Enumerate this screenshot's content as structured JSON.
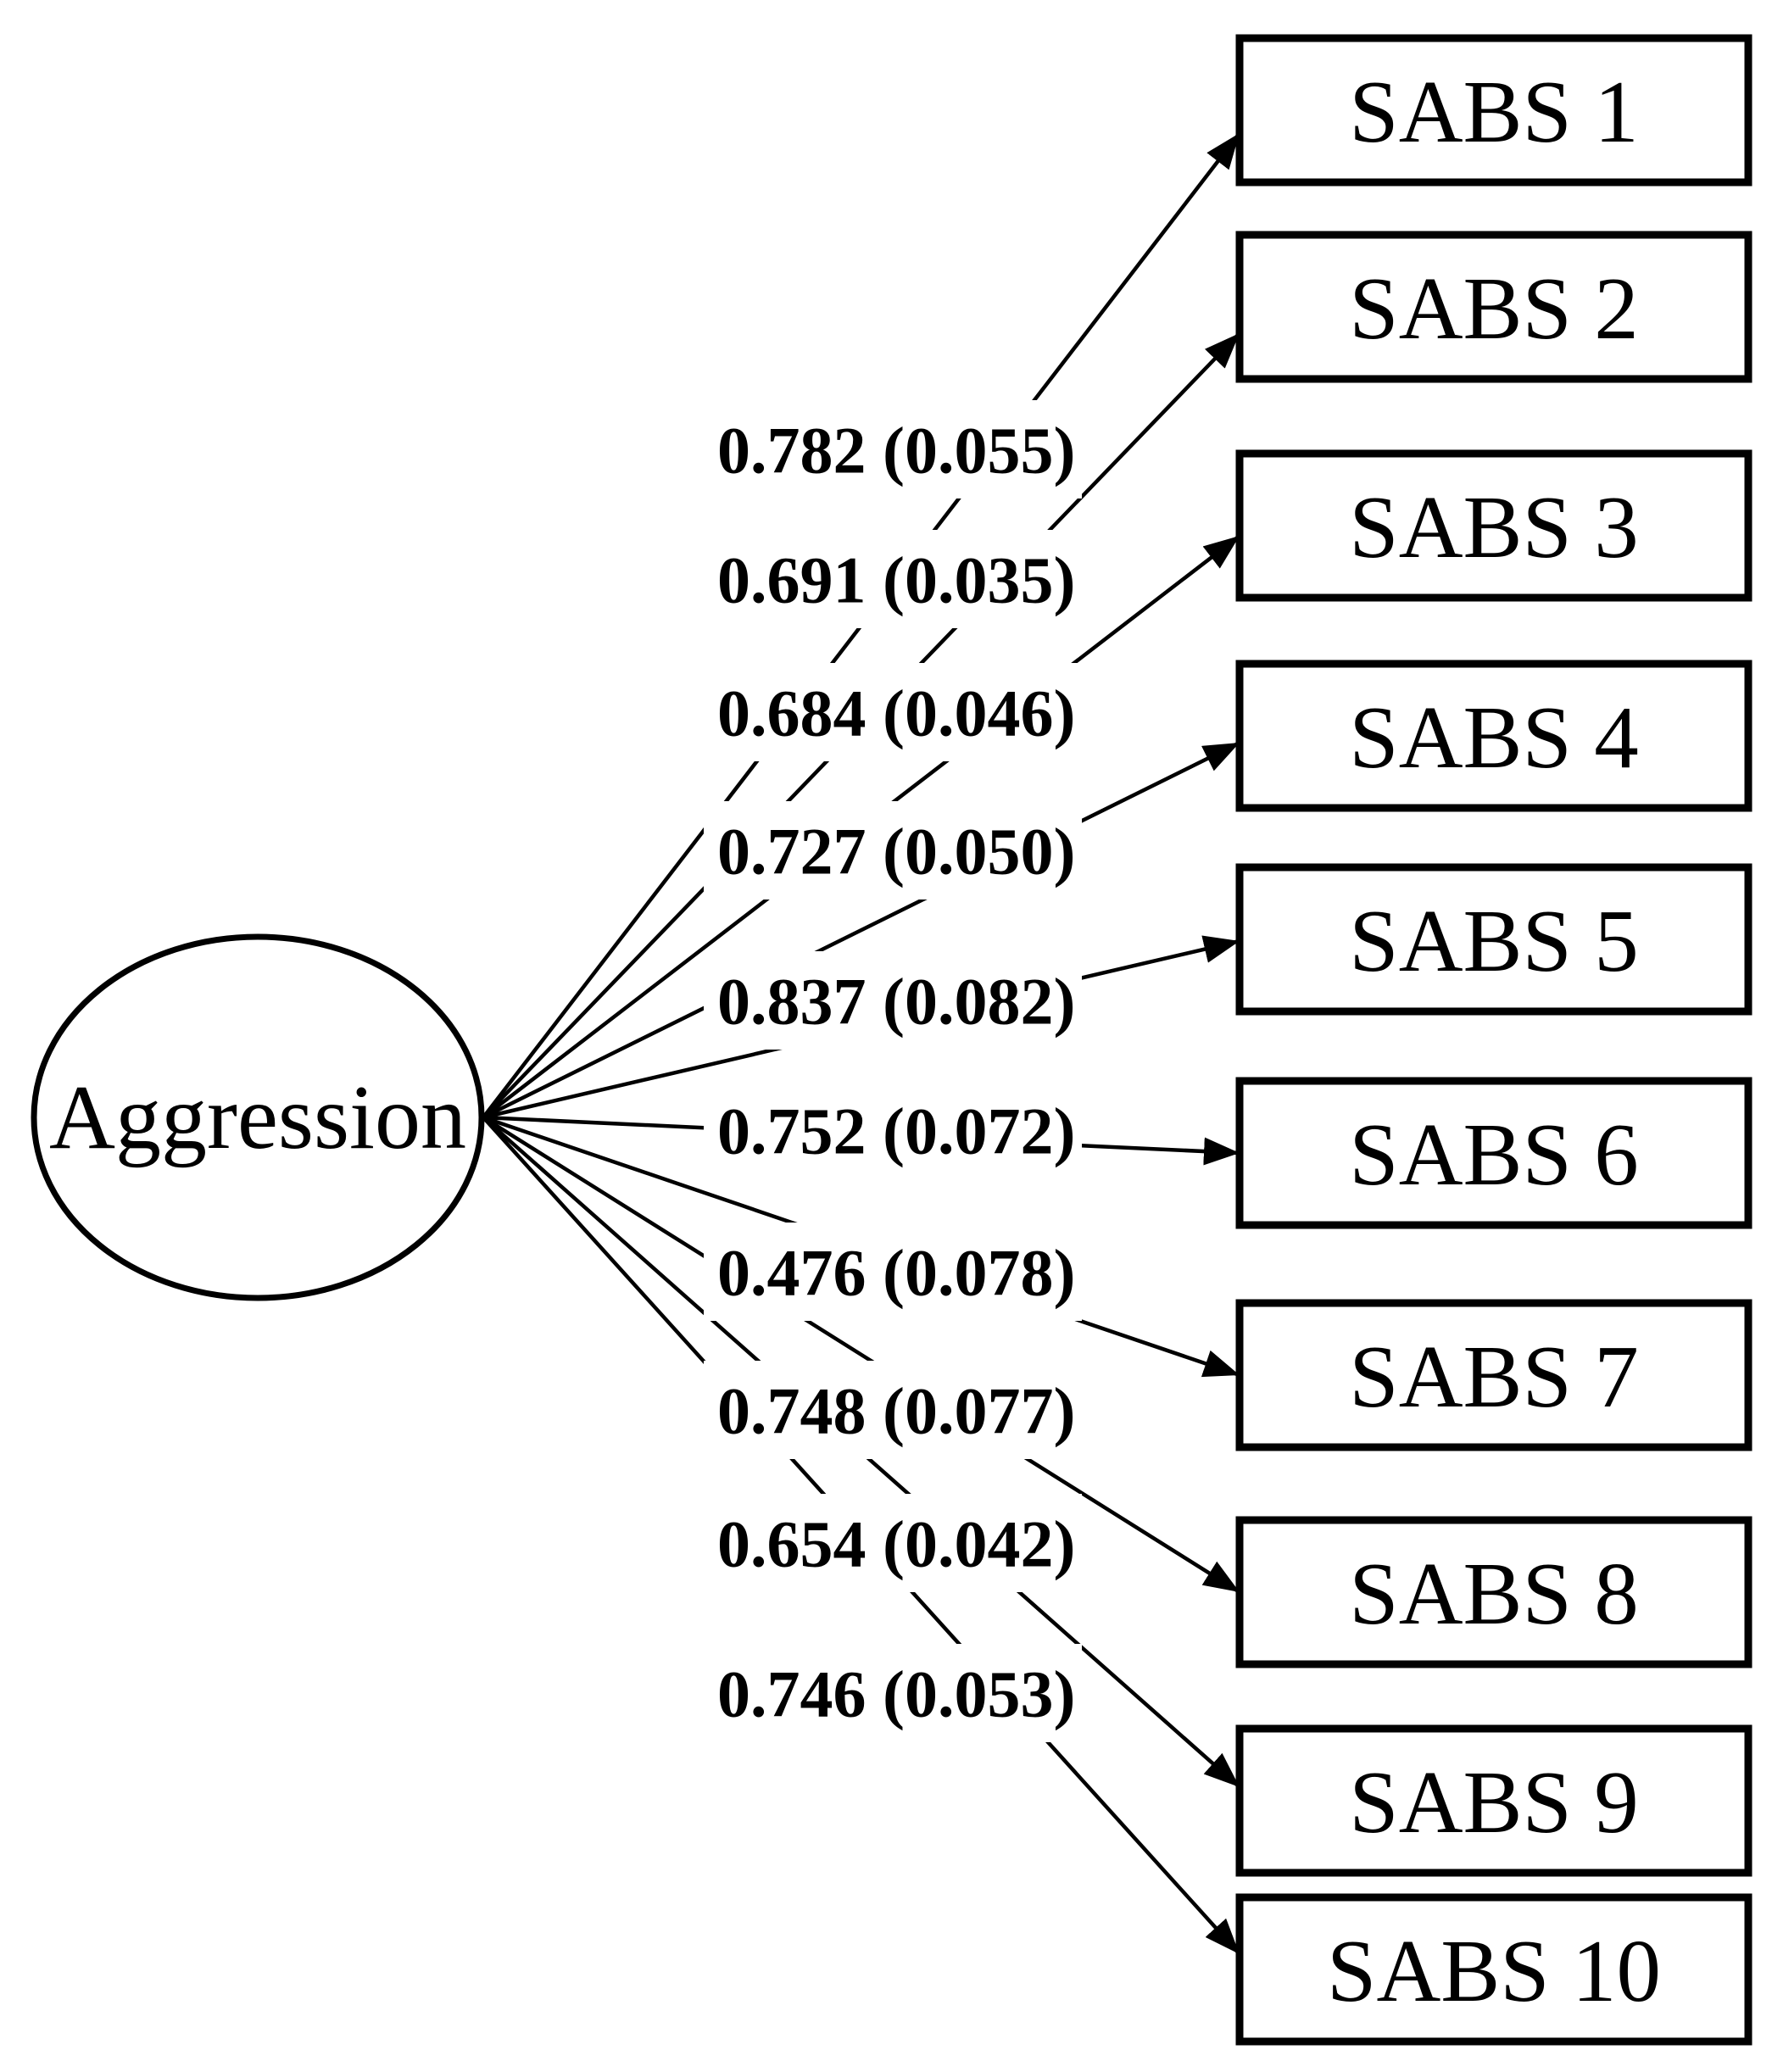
{
  "figure": {
    "latent": {
      "name": "Aggression"
    },
    "paths": [
      {
        "indicator": "SABS 1",
        "loading": "0.782",
        "se": "0.055",
        "label": "0.782 (0.055)"
      },
      {
        "indicator": "SABS 2",
        "loading": "0.691",
        "se": "0.035",
        "label": "0.691 (0.035)"
      },
      {
        "indicator": "SABS 3",
        "loading": "0.684",
        "se": "0.046",
        "label": "0.684 (0.046)"
      },
      {
        "indicator": "SABS 4",
        "loading": "0.727",
        "se": "0.050",
        "label": "0.727 (0.050)"
      },
      {
        "indicator": "SABS 5",
        "loading": "0.837",
        "se": "0.082",
        "label": "0.837 (0.082)"
      },
      {
        "indicator": "SABS 6",
        "loading": "0.752",
        "se": "0.072",
        "label": "0.752 (0.072)"
      },
      {
        "indicator": "SABS 7",
        "loading": "0.476",
        "se": "0.078",
        "label": "0.476 (0.078)"
      },
      {
        "indicator": "SABS 8",
        "loading": "0.748",
        "se": "0.077",
        "label": "0.748 (0.077)"
      },
      {
        "indicator": "SABS 9",
        "loading": "0.654",
        "se": "0.042",
        "label": "0.654 (0.042)"
      },
      {
        "indicator": "SABS 10",
        "loading": "0.746",
        "se": "0.053",
        "label": "0.746 (0.053)"
      }
    ],
    "colors": {
      "stroke": "#000000",
      "background": "#ffffff"
    }
  }
}
